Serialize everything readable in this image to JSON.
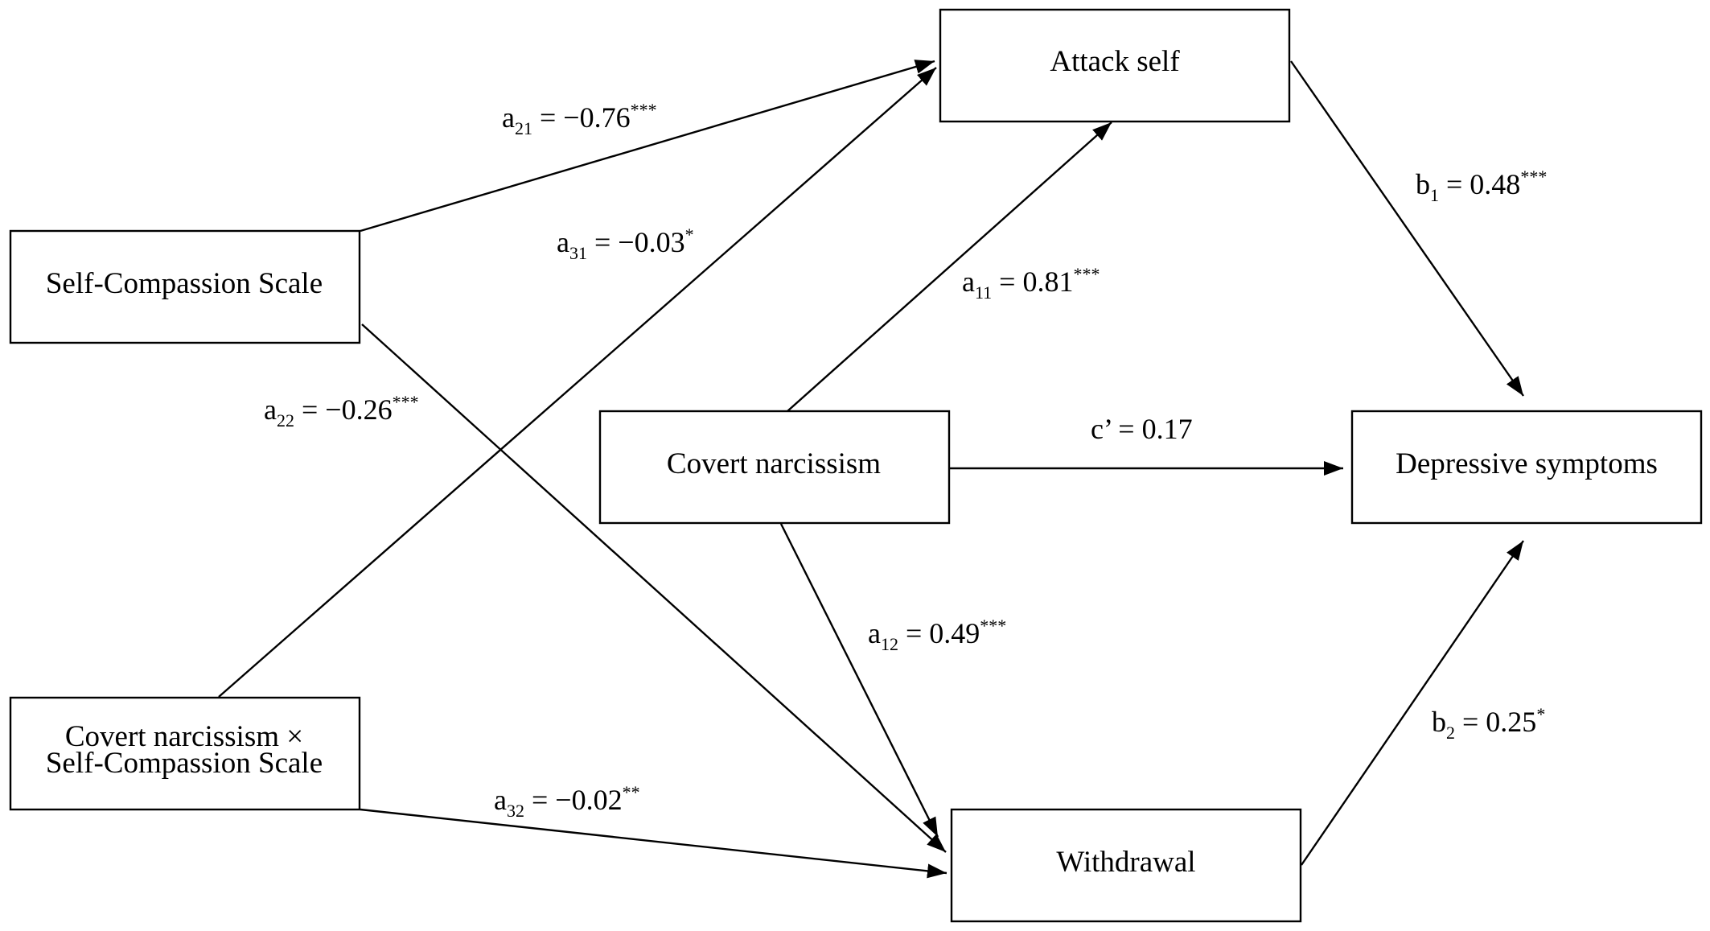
{
  "nodes": {
    "self_compassion": {
      "label": "Self-Compassion Scale"
    },
    "interaction": {
      "line1": "Covert narcissism ×",
      "line2": "Self-Compassion Scale"
    },
    "covert_narcissism": {
      "label": "Covert narcissism"
    },
    "attack_self": {
      "label": "Attack self"
    },
    "withdrawal": {
      "label": "Withdrawal"
    },
    "depressive": {
      "label": "Depressive symptoms"
    }
  },
  "paths": {
    "a21": {
      "base": "a",
      "sub": "21",
      "rest": " = −0.76",
      "sig": "***"
    },
    "a31": {
      "base": "a",
      "sub": "31",
      "rest": " = −0.03",
      "sig": "*"
    },
    "a22": {
      "base": "a",
      "sub": "22",
      "rest": " = −0.26",
      "sig": "***"
    },
    "a11": {
      "base": "a",
      "sub": "11",
      "rest": " = 0.81",
      "sig": "***"
    },
    "a12": {
      "base": "a",
      "sub": "12",
      "rest": " = 0.49",
      "sig": "***"
    },
    "a32": {
      "base": "a",
      "sub": "32",
      "rest": " = −0.02",
      "sig": "**"
    },
    "b1": {
      "base": "b",
      "sub": "1",
      "rest": " = 0.48",
      "sig": "***"
    },
    "b2": {
      "base": "b",
      "sub": "2",
      "rest": " = 0.25",
      "sig": "*"
    },
    "c_prime": {
      "text": "c’ = 0.17"
    }
  }
}
